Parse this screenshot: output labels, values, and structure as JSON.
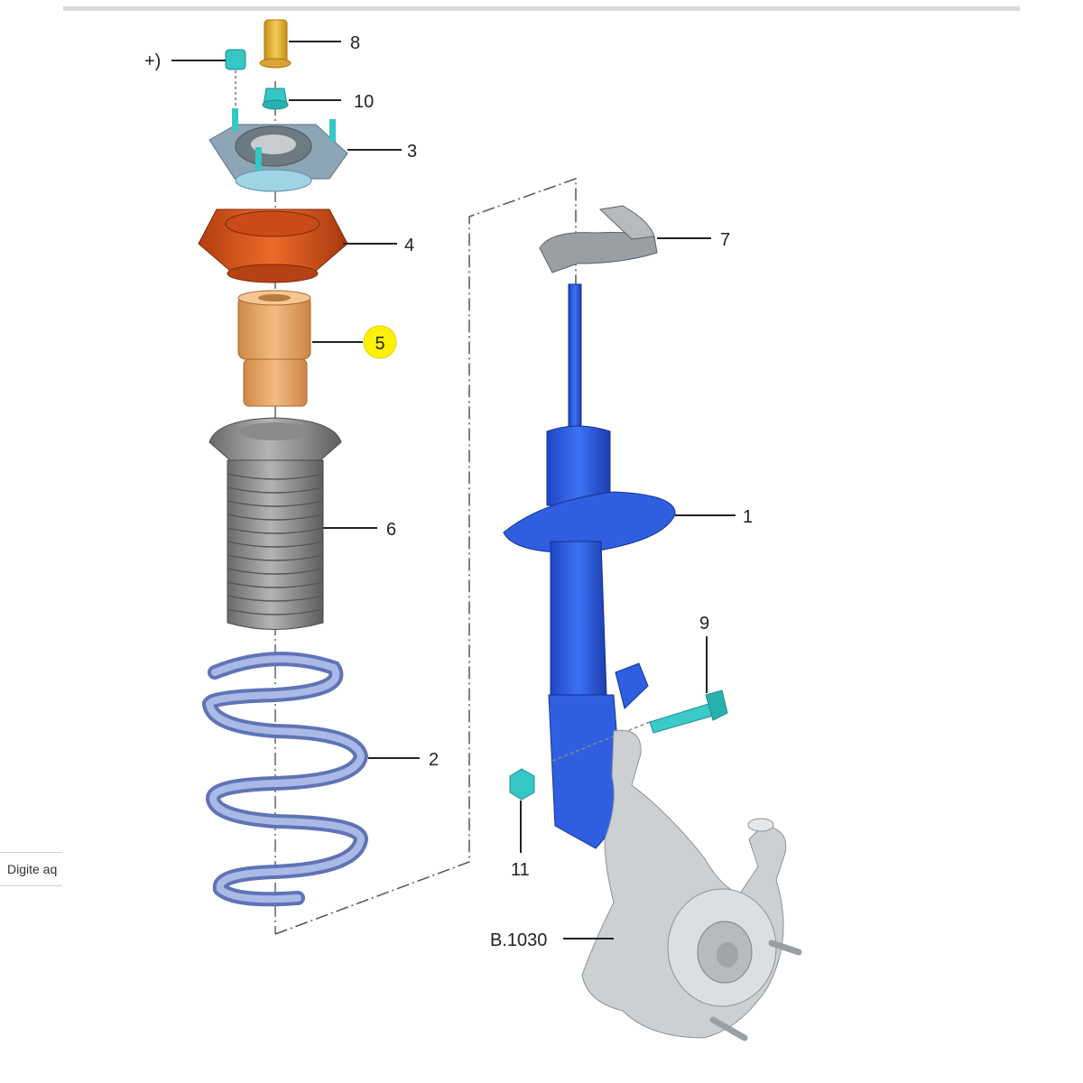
{
  "input": {
    "placeholder": "Digite aq"
  },
  "labels": {
    "plus": "+)",
    "p8": "8",
    "p10": "10",
    "p3": "3",
    "p4": "4",
    "p5": "5",
    "p6": "6",
    "p2": "2",
    "p7": "7",
    "p1": "1",
    "p9": "9",
    "p11": "11",
    "knuckle": "B.1030"
  },
  "colors": {
    "strut": "#2f5fe0",
    "spring": "#8fa3d8",
    "mount": "#e05a1e",
    "bump_stop": "#e8a86a",
    "stud": "#2ec5c5",
    "cap": "#e6b43c",
    "highlight": "#fff200"
  }
}
